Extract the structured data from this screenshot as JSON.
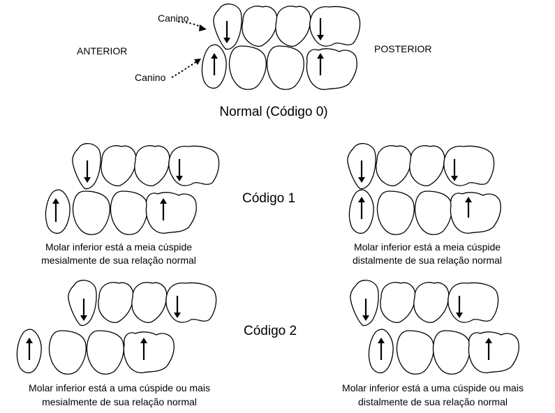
{
  "header": {
    "anterior": "ANTERIOR",
    "posterior": "POSTERIOR",
    "canine_upper": "Canino",
    "canine_lower": "Canino",
    "normal_title": "Normal (Código 0)"
  },
  "codes": {
    "code1": "Código 1",
    "code2": "Código 2"
  },
  "captions": {
    "c1_left": [
      "Molar inferior está a meia cúspide",
      "mesialmente de sua relação normal"
    ],
    "c1_right": [
      "Molar inferior está a meia cúspide",
      "distalmente de sua relação normal"
    ],
    "c2_left": [
      "Molar inferior está a uma cúspide ou mais",
      "mesialmente de sua relação normal"
    ],
    "c2_right": [
      "Molar inferior está a uma cúspide ou mais",
      "distalmente de sua relação normal"
    ]
  }
}
